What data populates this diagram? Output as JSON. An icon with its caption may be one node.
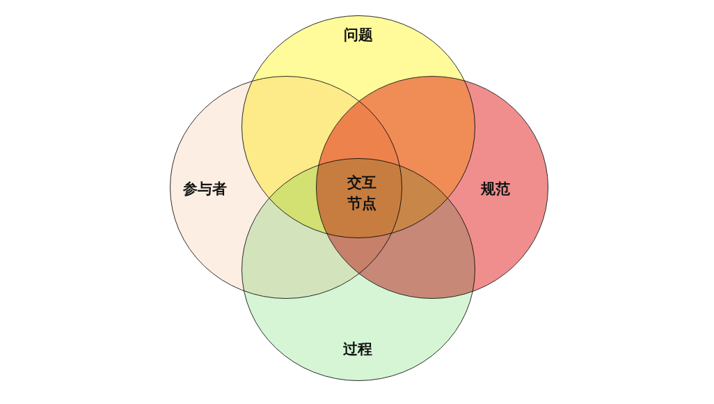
{
  "diagram": {
    "nodes": [
      {
        "text": [
          "问题"
        ]
      },
      {
        "text": [
          "参与者"
        ]
      },
      {
        "text": [
          "规范"
        ]
      },
      {
        "text": [
          "过程"
        ]
      }
    ],
    "labels": [
      "交互节点"
    ]
  }
}
